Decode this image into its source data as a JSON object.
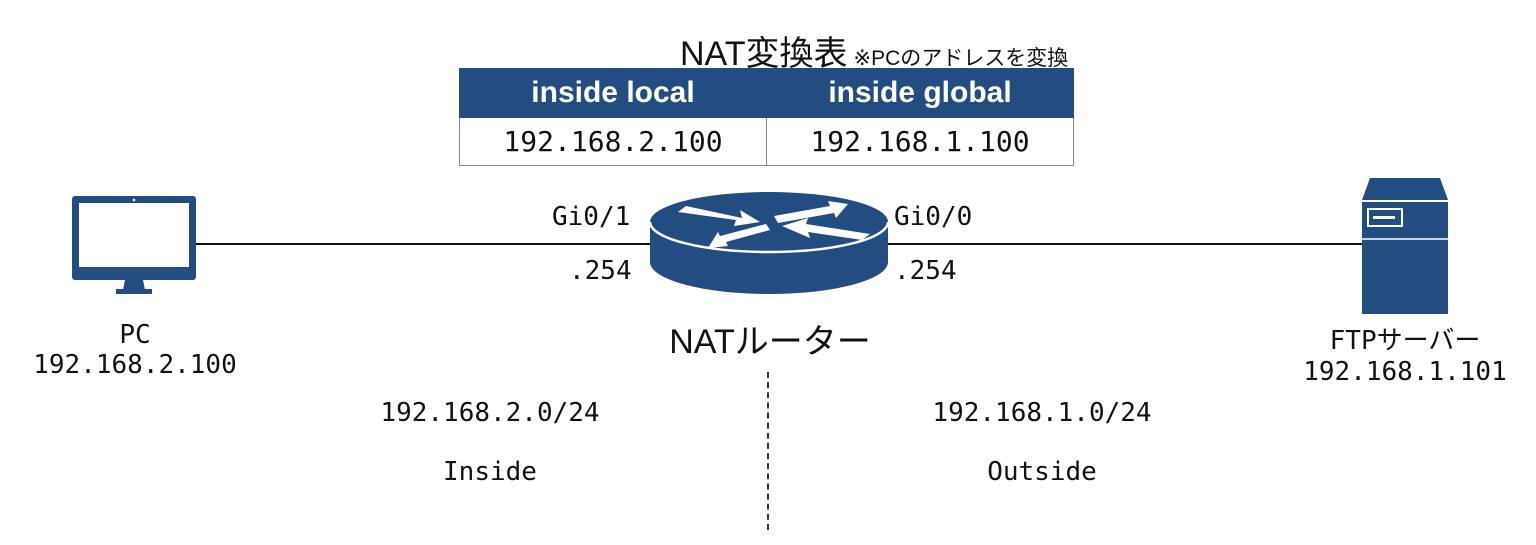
{
  "table": {
    "title": "NAT変換表",
    "note": "※PCのアドレスを変換",
    "headers": [
      "inside local",
      "inside global"
    ],
    "rows": [
      [
        "192.168.2.100",
        "192.168.1.100"
      ]
    ]
  },
  "pc": {
    "name": "PC",
    "ip": "192.168.2.100",
    "icon": "monitor-icon"
  },
  "router": {
    "name": "NATルーター",
    "icon": "router-icon",
    "left_interface": "Gi0/1",
    "left_ip": ".254",
    "right_interface": "Gi0/0",
    "right_ip": ".254"
  },
  "server": {
    "name": "FTPサーバー",
    "ip": "192.168.1.101",
    "icon": "server-icon"
  },
  "networks": {
    "inside": {
      "subnet": "192.168.2.0/24",
      "label": "Inside"
    },
    "outside": {
      "subnet": "192.168.1.0/24",
      "label": "Outside"
    }
  },
  "colors": {
    "device_blue": "#234d80",
    "table_header": "#234d80"
  }
}
